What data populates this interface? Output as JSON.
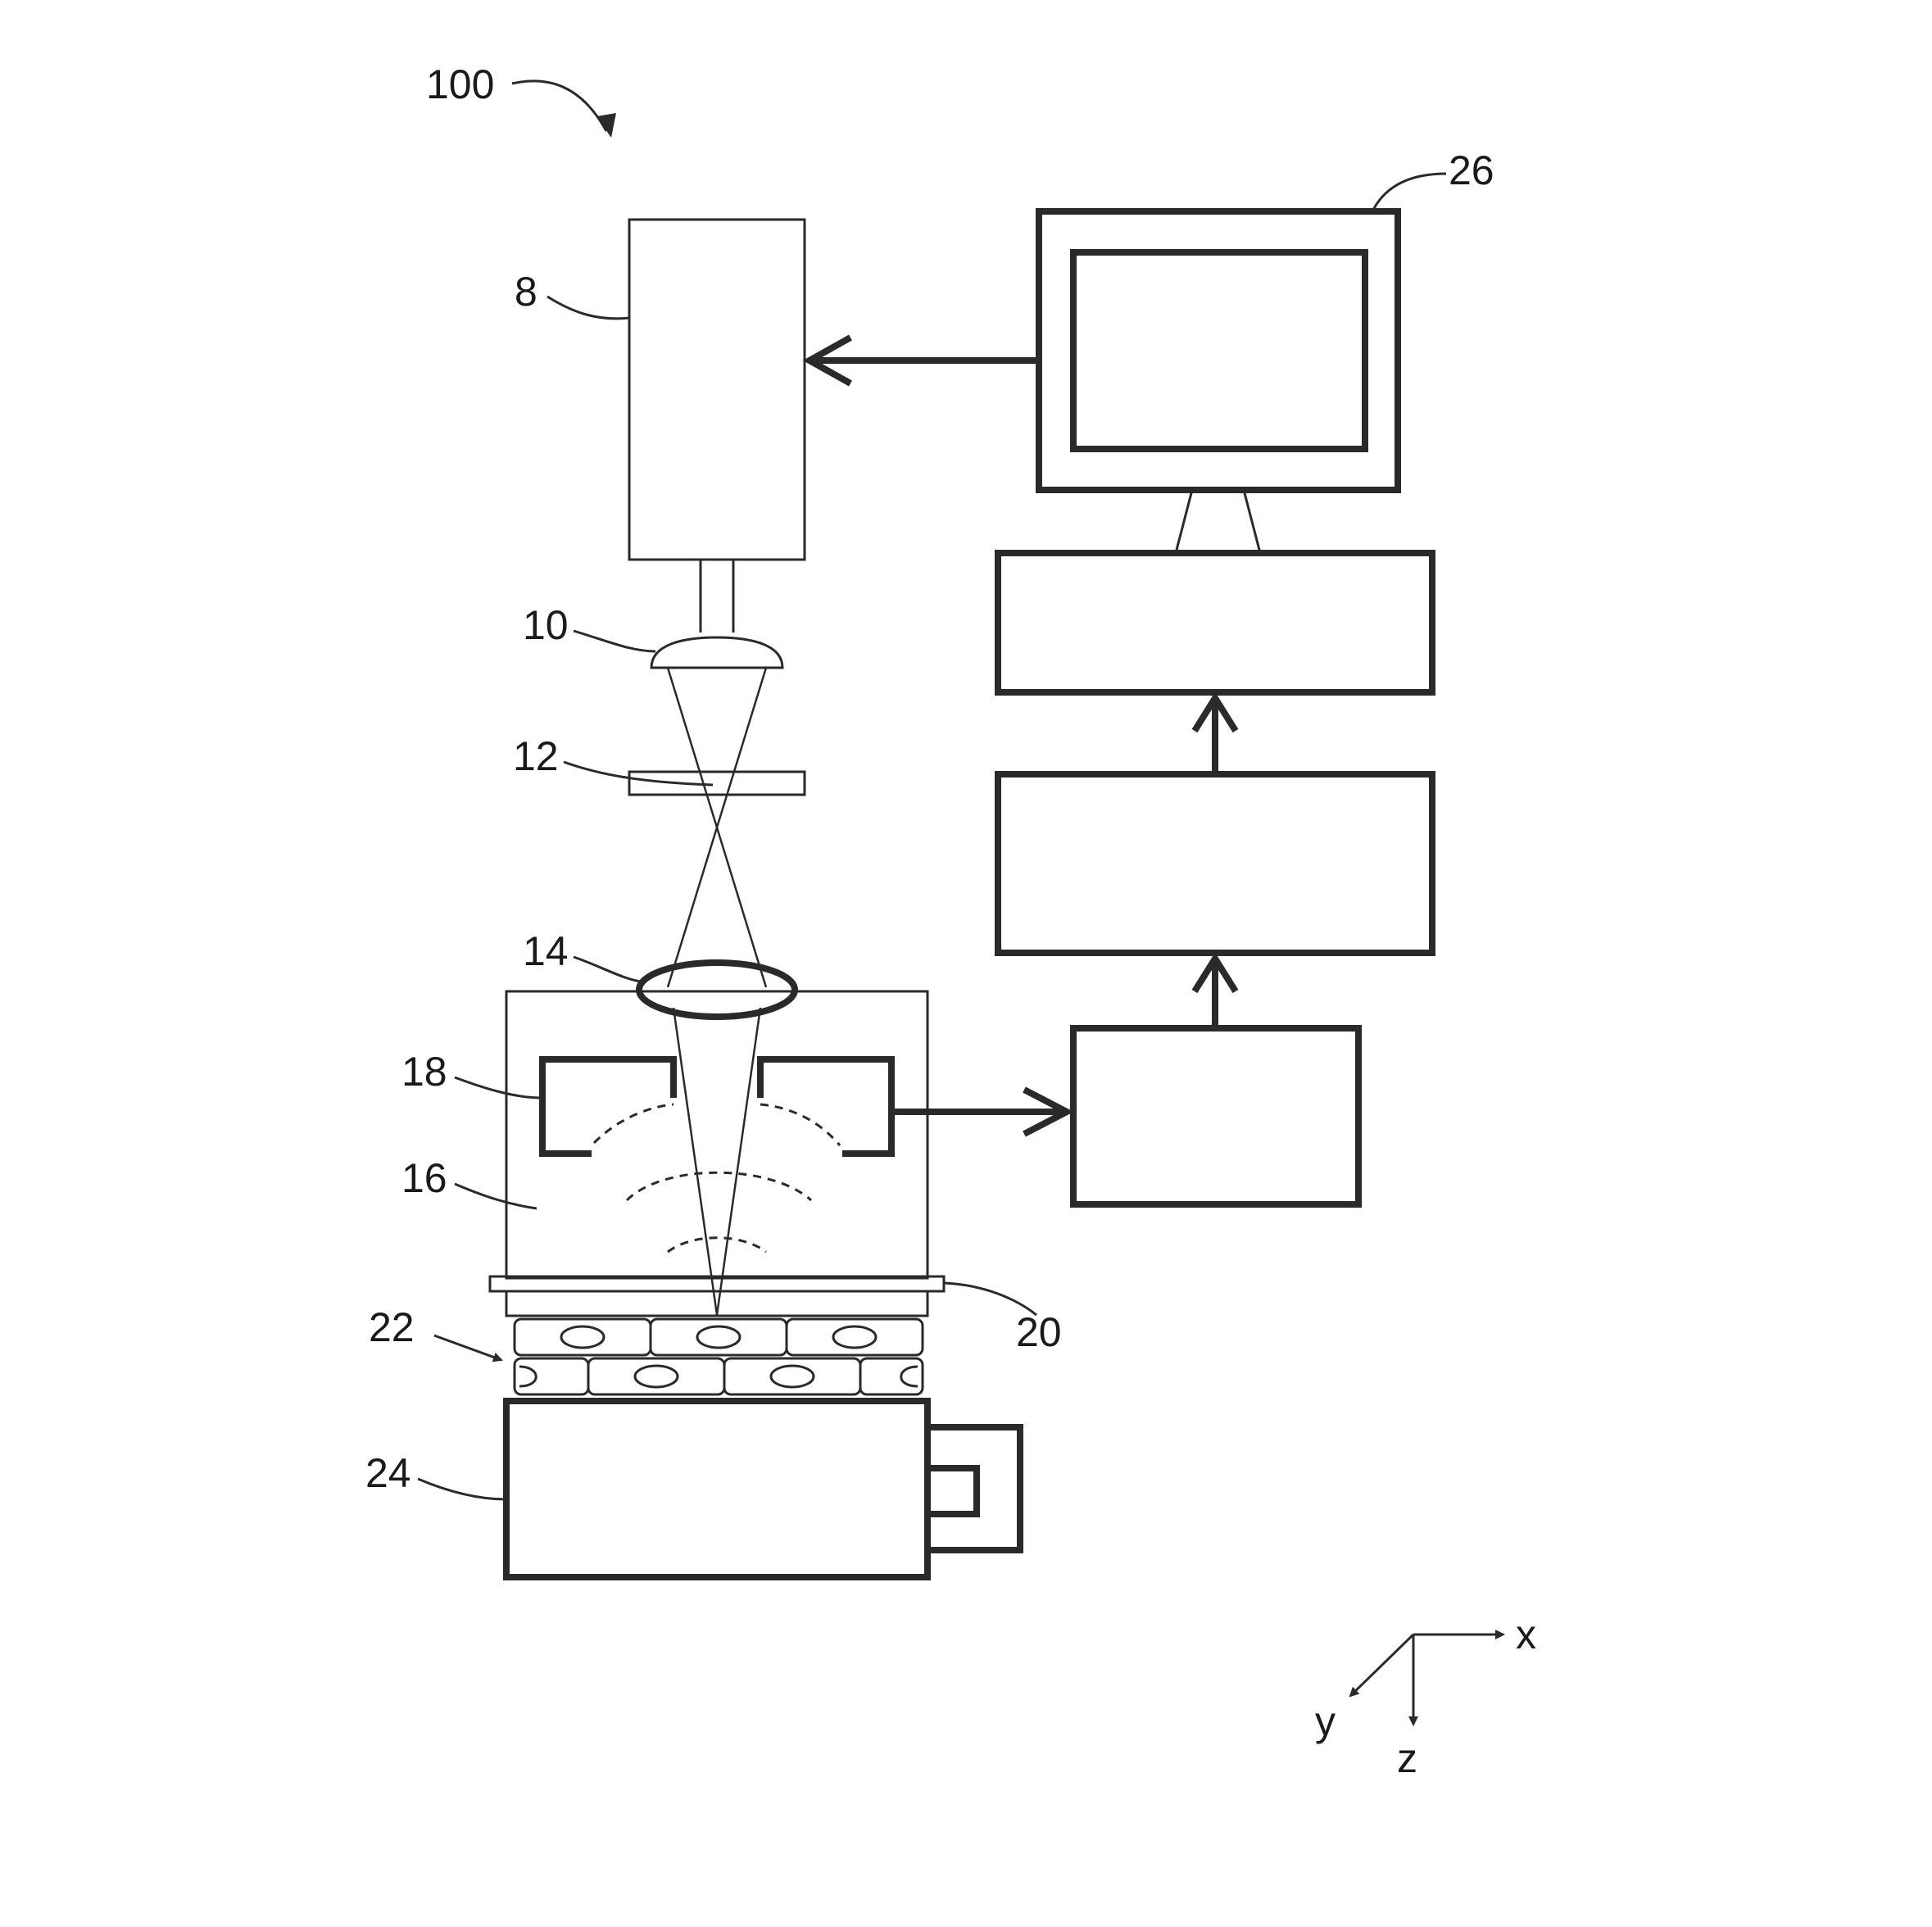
{
  "labels": {
    "system": "100",
    "laser": "8",
    "lens_top": "10",
    "filter": "12",
    "lens_main": "14",
    "chamber": "16",
    "transducer": "18",
    "window": "20",
    "sample": "22",
    "stage": "24",
    "computer": "26"
  },
  "axes": {
    "x": "x",
    "y": "y",
    "z": "z"
  }
}
